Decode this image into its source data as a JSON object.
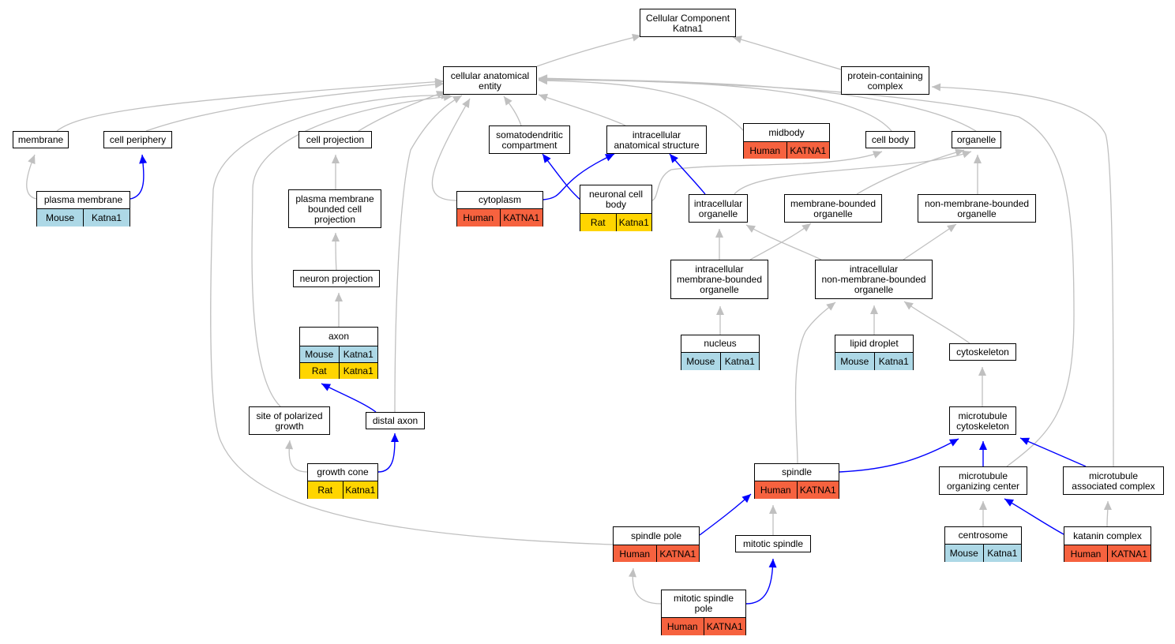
{
  "colors": {
    "gray_edge": "#c0c0c0",
    "blue_edge": "#0000ff",
    "Human": "#f6623f",
    "Mouse": "#add8e6",
    "Rat": "#ffd500"
  },
  "nodes": [
    {
      "id": "cc",
      "label": "Cellular Component\nKatna1",
      "rows": []
    },
    {
      "id": "cae",
      "label": "cellular anatomical\nentity",
      "rows": []
    },
    {
      "id": "pcc",
      "label": "protein-containing\ncomplex",
      "rows": []
    },
    {
      "id": "membrane",
      "label": "membrane",
      "rows": []
    },
    {
      "id": "cell_periphery",
      "label": "cell periphery",
      "rows": []
    },
    {
      "id": "cell_projection",
      "label": "cell projection",
      "rows": []
    },
    {
      "id": "somato",
      "label": "somatodendritic\ncompartment",
      "rows": []
    },
    {
      "id": "ias",
      "label": "intracellular\nanatomical structure",
      "rows": []
    },
    {
      "id": "midbody",
      "label": "midbody",
      "rows": [
        [
          "Human",
          "KATNA1"
        ]
      ]
    },
    {
      "id": "cell_body",
      "label": "cell body",
      "rows": []
    },
    {
      "id": "organelle",
      "label": "organelle",
      "rows": []
    },
    {
      "id": "plasma_membrane",
      "label": "plasma membrane",
      "rows": [
        [
          "Mouse",
          "Katna1"
        ]
      ]
    },
    {
      "id": "pmbcp",
      "label": "plasma membrane\nbounded cell\nprojection",
      "rows": []
    },
    {
      "id": "cytoplasm",
      "label": "cytoplasm",
      "rows": [
        [
          "Human",
          "KATNA1"
        ]
      ]
    },
    {
      "id": "ncb",
      "label": "neuronal cell\nbody",
      "rows": [
        [
          "Rat",
          "Katna1"
        ]
      ]
    },
    {
      "id": "intra_org",
      "label": "intracellular\norganelle",
      "rows": []
    },
    {
      "id": "mbo",
      "label": "membrane-bounded\norganelle",
      "rows": []
    },
    {
      "id": "nmbo",
      "label": "non-membrane-bounded\norganelle",
      "rows": []
    },
    {
      "id": "neuron_projection",
      "label": "neuron projection",
      "rows": []
    },
    {
      "id": "imbo",
      "label": "intracellular\nmembrane-bounded\norganelle",
      "rows": []
    },
    {
      "id": "inmbo",
      "label": "intracellular\nnon-membrane-bounded\norganelle",
      "rows": []
    },
    {
      "id": "axon",
      "label": "axon",
      "rows": [
        [
          "Mouse",
          "Katna1"
        ],
        [
          "Rat",
          "Katna1"
        ]
      ]
    },
    {
      "id": "nucleus",
      "label": "nucleus",
      "rows": [
        [
          "Mouse",
          "Katna1"
        ]
      ]
    },
    {
      "id": "lipid_droplet",
      "label": "lipid droplet",
      "rows": [
        [
          "Mouse",
          "Katna1"
        ]
      ]
    },
    {
      "id": "cytoskeleton",
      "label": "cytoskeleton",
      "rows": []
    },
    {
      "id": "spg",
      "label": "site of polarized\ngrowth",
      "rows": []
    },
    {
      "id": "distal_axon",
      "label": "distal axon",
      "rows": []
    },
    {
      "id": "mt_cyto",
      "label": "microtubule\ncytoskeleton",
      "rows": []
    },
    {
      "id": "growth_cone",
      "label": "growth cone",
      "rows": [
        [
          "Rat",
          "Katna1"
        ]
      ]
    },
    {
      "id": "spindle",
      "label": "spindle",
      "rows": [
        [
          "Human",
          "KATNA1"
        ]
      ]
    },
    {
      "id": "mtoc",
      "label": "microtubule\norganizing center",
      "rows": []
    },
    {
      "id": "mtac",
      "label": "microtubule\nassociated complex",
      "rows": []
    },
    {
      "id": "spindle_pole",
      "label": "spindle pole",
      "rows": [
        [
          "Human",
          "KATNA1"
        ]
      ]
    },
    {
      "id": "mitotic_spindle",
      "label": "mitotic spindle",
      "rows": []
    },
    {
      "id": "centrosome",
      "label": "centrosome",
      "rows": [
        [
          "Mouse",
          "Katna1"
        ]
      ]
    },
    {
      "id": "katanin",
      "label": "katanin complex",
      "rows": [
        [
          "Human",
          "KATNA1"
        ]
      ]
    },
    {
      "id": "msp",
      "label": "mitotic spindle\npole",
      "rows": [
        [
          "Human",
          "KATNA1"
        ]
      ]
    }
  ],
  "edges": [
    {
      "from": "cae",
      "to": "cc",
      "kind": "gray"
    },
    {
      "from": "pcc",
      "to": "cc",
      "kind": "gray"
    },
    {
      "from": "membrane",
      "to": "cae",
      "kind": "gray"
    },
    {
      "from": "cell_periphery",
      "to": "cae",
      "kind": "gray"
    },
    {
      "from": "cell_projection",
      "to": "cae",
      "kind": "gray"
    },
    {
      "from": "somato",
      "to": "cae",
      "kind": "gray"
    },
    {
      "from": "ias",
      "to": "cae",
      "kind": "gray"
    },
    {
      "from": "midbody",
      "to": "cae",
      "kind": "gray"
    },
    {
      "from": "cell_body",
      "to": "cae",
      "kind": "gray"
    },
    {
      "from": "organelle",
      "to": "cae",
      "kind": "gray"
    },
    {
      "from": "cytoplasm",
      "to": "cae",
      "kind": "gray"
    },
    {
      "from": "spindle_pole",
      "to": "cae",
      "kind": "gray"
    },
    {
      "from": "spg",
      "to": "cae",
      "kind": "gray"
    },
    {
      "from": "distal_axon",
      "to": "cae",
      "kind": "gray"
    },
    {
      "from": "mtoc",
      "to": "cae",
      "kind": "gray"
    },
    {
      "from": "mtac",
      "to": "pcc",
      "kind": "gray"
    },
    {
      "from": "plasma_membrane",
      "to": "membrane",
      "kind": "gray"
    },
    {
      "from": "plasma_membrane",
      "to": "cell_periphery",
      "kind": "blue"
    },
    {
      "from": "pmbcp",
      "to": "cell_projection",
      "kind": "gray"
    },
    {
      "from": "cytoplasm",
      "to": "ias",
      "kind": "blue"
    },
    {
      "from": "ncb",
      "to": "somato",
      "kind": "blue"
    },
    {
      "from": "ncb",
      "to": "cell_body",
      "kind": "gray"
    },
    {
      "from": "intra_org",
      "to": "ias",
      "kind": "blue"
    },
    {
      "from": "intra_org",
      "to": "organelle",
      "kind": "gray"
    },
    {
      "from": "mbo",
      "to": "organelle",
      "kind": "gray"
    },
    {
      "from": "nmbo",
      "to": "organelle",
      "kind": "gray"
    },
    {
      "from": "neuron_projection",
      "to": "pmbcp",
      "kind": "gray"
    },
    {
      "from": "imbo",
      "to": "intra_org",
      "kind": "gray"
    },
    {
      "from": "imbo",
      "to": "mbo",
      "kind": "gray"
    },
    {
      "from": "inmbo",
      "to": "intra_org",
      "kind": "gray"
    },
    {
      "from": "inmbo",
      "to": "nmbo",
      "kind": "gray"
    },
    {
      "from": "axon",
      "to": "neuron_projection",
      "kind": "gray"
    },
    {
      "from": "nucleus",
      "to": "imbo",
      "kind": "gray"
    },
    {
      "from": "lipid_droplet",
      "to": "inmbo",
      "kind": "gray"
    },
    {
      "from": "cytoskeleton",
      "to": "inmbo",
      "kind": "gray"
    },
    {
      "from": "spindle",
      "to": "inmbo",
      "kind": "gray"
    },
    {
      "from": "distal_axon",
      "to": "axon",
      "kind": "blue"
    },
    {
      "from": "mt_cyto",
      "to": "cytoskeleton",
      "kind": "gray"
    },
    {
      "from": "growth_cone",
      "to": "spg",
      "kind": "gray"
    },
    {
      "from": "growth_cone",
      "to": "distal_axon",
      "kind": "blue"
    },
    {
      "from": "spindle",
      "to": "mt_cyto",
      "kind": "blue"
    },
    {
      "from": "mtoc",
      "to": "mt_cyto",
      "kind": "blue"
    },
    {
      "from": "mtac",
      "to": "mt_cyto",
      "kind": "blue"
    },
    {
      "from": "spindle_pole",
      "to": "spindle",
      "kind": "blue"
    },
    {
      "from": "mitotic_spindle",
      "to": "spindle",
      "kind": "gray"
    },
    {
      "from": "centrosome",
      "to": "mtoc",
      "kind": "gray"
    },
    {
      "from": "katanin",
      "to": "mtoc",
      "kind": "blue"
    },
    {
      "from": "katanin",
      "to": "mtac",
      "kind": "gray"
    },
    {
      "from": "msp",
      "to": "spindle_pole",
      "kind": "gray"
    },
    {
      "from": "msp",
      "to": "mitotic_spindle",
      "kind": "blue"
    }
  ]
}
